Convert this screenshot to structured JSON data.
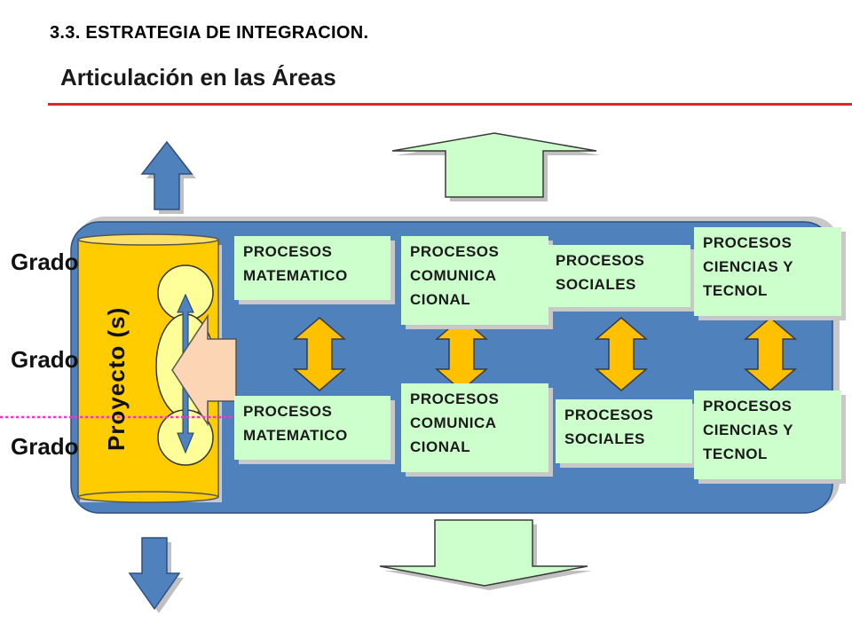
{
  "header": {
    "section": "3.3. ESTRATEGIA DE INTEGRACION.",
    "title": "Articulación en las Áreas"
  },
  "grades": [
    "Grado",
    "Grado",
    "Grado"
  ],
  "project_label": "Proyecto (s)",
  "top_row": [
    {
      "lines": [
        "PROCESOS",
        "MATEMATICO"
      ]
    },
    {
      "lines": [
        "PROCESOS",
        "COMUNICA",
        "CIONAL"
      ]
    },
    {
      "lines": [
        "PROCESOS",
        "SOCIALES"
      ]
    },
    {
      "lines": [
        "PROCESOS",
        "CIENCIAS Y",
        "TECNOL"
      ]
    }
  ],
  "bottom_row": [
    {
      "lines": [
        "PROCESOS",
        "MATEMATICO"
      ]
    },
    {
      "lines": [
        "PROCESOS",
        "COMUNICA",
        "CIONAL"
      ]
    },
    {
      "lines": [
        "PROCESOS",
        "SOCIALES"
      ]
    },
    {
      "lines": [
        "PROCESOS",
        "CIENCIAS Y",
        "TECNOL"
      ]
    }
  ],
  "colors": {
    "panel": "#4f81bd",
    "box_fill": "#ccffcc",
    "cylinder": "#ffcc00",
    "double_arrow": "#ffc000",
    "blue_arrow": "#4f81bd",
    "green_arrow": "#ccffcc",
    "title_rule": "#d62a2a",
    "dotted_line": "#ff33cc"
  }
}
